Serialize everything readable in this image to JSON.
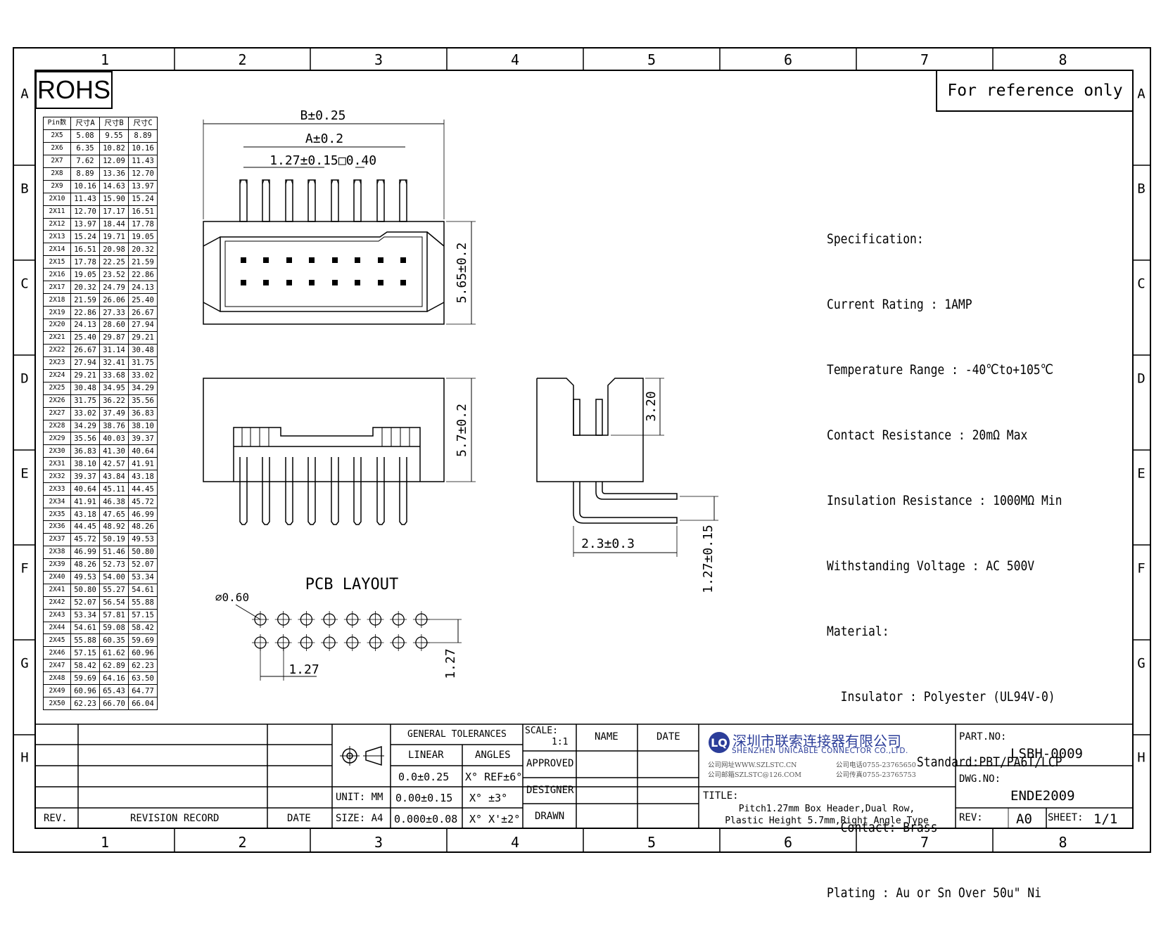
{
  "frame": {
    "columns": [
      "1",
      "2",
      "3",
      "4",
      "5",
      "6",
      "7",
      "8"
    ],
    "rows": [
      "A",
      "B",
      "C",
      "D",
      "E",
      "F",
      "G",
      "H"
    ]
  },
  "rohs_label": "ROHS",
  "reference_label": "For reference only",
  "pin_table": {
    "headers": [
      "Pin数",
      "尺寸A",
      "尺寸B",
      "尺寸C"
    ],
    "rows": [
      [
        "2X5",
        "5.08",
        "9.55",
        "8.89"
      ],
      [
        "2X6",
        "6.35",
        "10.82",
        "10.16"
      ],
      [
        "2X7",
        "7.62",
        "12.09",
        "11.43"
      ],
      [
        "2X8",
        "8.89",
        "13.36",
        "12.70"
      ],
      [
        "2X9",
        "10.16",
        "14.63",
        "13.97"
      ],
      [
        "2X10",
        "11.43",
        "15.90",
        "15.24"
      ],
      [
        "2X11",
        "12.70",
        "17.17",
        "16.51"
      ],
      [
        "2X12",
        "13.97",
        "18.44",
        "17.78"
      ],
      [
        "2X13",
        "15.24",
        "19.71",
        "19.05"
      ],
      [
        "2X14",
        "16.51",
        "20.98",
        "20.32"
      ],
      [
        "2X15",
        "17.78",
        "22.25",
        "21.59"
      ],
      [
        "2X16",
        "19.05",
        "23.52",
        "22.86"
      ],
      [
        "2X17",
        "20.32",
        "24.79",
        "24.13"
      ],
      [
        "2X18",
        "21.59",
        "26.06",
        "25.40"
      ],
      [
        "2X19",
        "22.86",
        "27.33",
        "26.67"
      ],
      [
        "2X20",
        "24.13",
        "28.60",
        "27.94"
      ],
      [
        "2X21",
        "25.40",
        "29.87",
        "29.21"
      ],
      [
        "2X22",
        "26.67",
        "31.14",
        "30.48"
      ],
      [
        "2X23",
        "27.94",
        "32.41",
        "31.75"
      ],
      [
        "2X24",
        "29.21",
        "33.68",
        "33.02"
      ],
      [
        "2X25",
        "30.48",
        "34.95",
        "34.29"
      ],
      [
        "2X26",
        "31.75",
        "36.22",
        "35.56"
      ],
      [
        "2X27",
        "33.02",
        "37.49",
        "36.83"
      ],
      [
        "2X28",
        "34.29",
        "38.76",
        "38.10"
      ],
      [
        "2X29",
        "35.56",
        "40.03",
        "39.37"
      ],
      [
        "2X30",
        "36.83",
        "41.30",
        "40.64"
      ],
      [
        "2X31",
        "38.10",
        "42.57",
        "41.91"
      ],
      [
        "2X32",
        "39.37",
        "43.84",
        "43.18"
      ],
      [
        "2X33",
        "40.64",
        "45.11",
        "44.45"
      ],
      [
        "2X34",
        "41.91",
        "46.38",
        "45.72"
      ],
      [
        "2X35",
        "43.18",
        "47.65",
        "46.99"
      ],
      [
        "2X36",
        "44.45",
        "48.92",
        "48.26"
      ],
      [
        "2X37",
        "45.72",
        "50.19",
        "49.53"
      ],
      [
        "2X38",
        "46.99",
        "51.46",
        "50.80"
      ],
      [
        "2X39",
        "48.26",
        "52.73",
        "52.07"
      ],
      [
        "2X40",
        "49.53",
        "54.00",
        "53.34"
      ],
      [
        "2X41",
        "50.80",
        "55.27",
        "54.61"
      ],
      [
        "2X42",
        "52.07",
        "56.54",
        "55.88"
      ],
      [
        "2X43",
        "53.34",
        "57.81",
        "57.15"
      ],
      [
        "2X44",
        "54.61",
        "59.08",
        "58.42"
      ],
      [
        "2X45",
        "55.88",
        "60.35",
        "59.69"
      ],
      [
        "2X46",
        "57.15",
        "61.62",
        "60.96"
      ],
      [
        "2X47",
        "58.42",
        "62.89",
        "62.23"
      ],
      [
        "2X48",
        "59.69",
        "64.16",
        "63.50"
      ],
      [
        "2X49",
        "60.96",
        "65.43",
        "64.77"
      ],
      [
        "2X50",
        "62.23",
        "66.70",
        "66.04"
      ]
    ]
  },
  "dimensions": {
    "b": "B±0.25",
    "a": "A±0.2",
    "pitch": "1.27±0.15",
    "pin_sq": "□0.40",
    "height_top": "5.65±0.2",
    "height_front": "5.7±0.2",
    "side_height": "3.20",
    "side_len": "2.3±0.3",
    "side_pitch": "1.27±0.15",
    "pcb_title": "PCB LAYOUT",
    "pcb_dia": "⌀0.60",
    "pcb_pitch_x": "1.27",
    "pcb_pitch_y": "1.27"
  },
  "spec_lines": [
    "Specification:",
    "Current Rating : 1AMP",
    "Temperature Range : -40℃to+105℃",
    "Contact Resistance : 20mΩ Max",
    "Insulation Resistance : 1000MΩ Min",
    "Withstanding Voltage : AC 500V",
    "Material:",
    "  Insulator : Polyester (UL94V-0)",
    "             Standard:PBT/PA6T/LCP",
    "  Contact: Brass",
    "Plating : Au or Sn Over 50u\" Ni"
  ],
  "title_block": {
    "rev_label": "REV.",
    "revision_record": "REVISION RECORD",
    "date_label": "DATE",
    "unit": "UNIT: MM",
    "size": "SIZE: A4",
    "general_tolerances": "GENERAL TOLERANCES",
    "linear": "LINEAR",
    "angles": "ANGLES",
    "tol1": "0.0±0.25",
    "tol2": "0.00±0.15",
    "tol3": "0.000±0.08",
    "ang1": "X° REF±6°",
    "ang2": "X° ±3°",
    "ang3": "X° X'±2°",
    "scale_label": "SCALE:",
    "scale_value": "1:1",
    "name": "NAME",
    "date": "DATE",
    "approved": "APPROVED",
    "designer": "DESIGNER",
    "drawn": "DRAWN",
    "company_cn": "深圳市联索连接器有限公司",
    "company_en": "SHENZHEN UNICABLE CONNECTOR CO.,LTD.",
    "web": "公司网址WWW.SZLSTC.CN",
    "email": "公司邮箱SZLSTC@126.COM",
    "phone": "公司电话0755-23765650",
    "fax": "公司传真0755-23765753",
    "title_label": "TITLE:",
    "title_line1": "Pitch1.27mm Box Header,Dual Row,",
    "title_line2": "Plastic Height 5.7mm,Right Angle Type",
    "part_label": "PART.NO:",
    "part_no": "LSBH-0009",
    "dwg_label": "DWG.NO:",
    "dwg_no": "ENDE2009",
    "rev_label2": "REV:",
    "rev_value": "A0",
    "sheet_label": "SHEET:",
    "sheet_value": "1/1"
  }
}
